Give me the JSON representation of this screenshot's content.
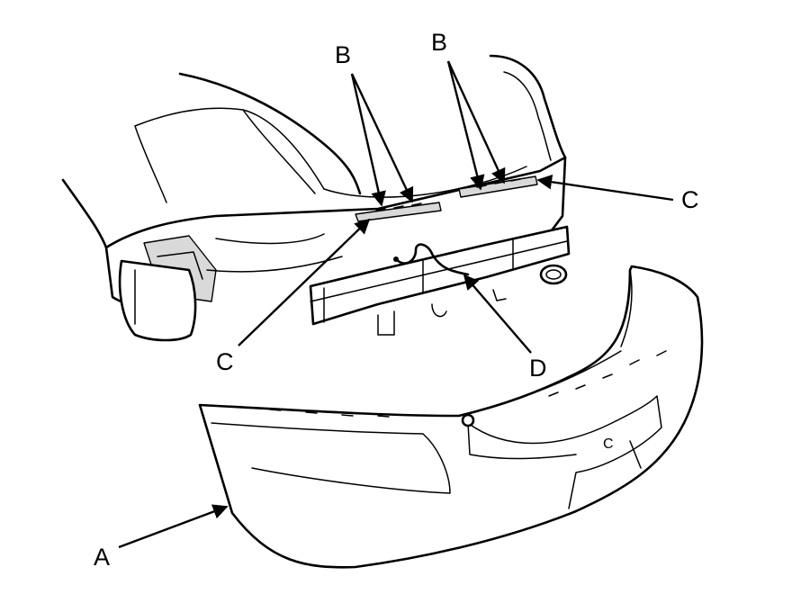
{
  "diagram": {
    "callouts": {
      "a": "A",
      "b_left": "B",
      "b_right": "B",
      "c_left": "C",
      "c_right": "C",
      "d": "D"
    }
  }
}
